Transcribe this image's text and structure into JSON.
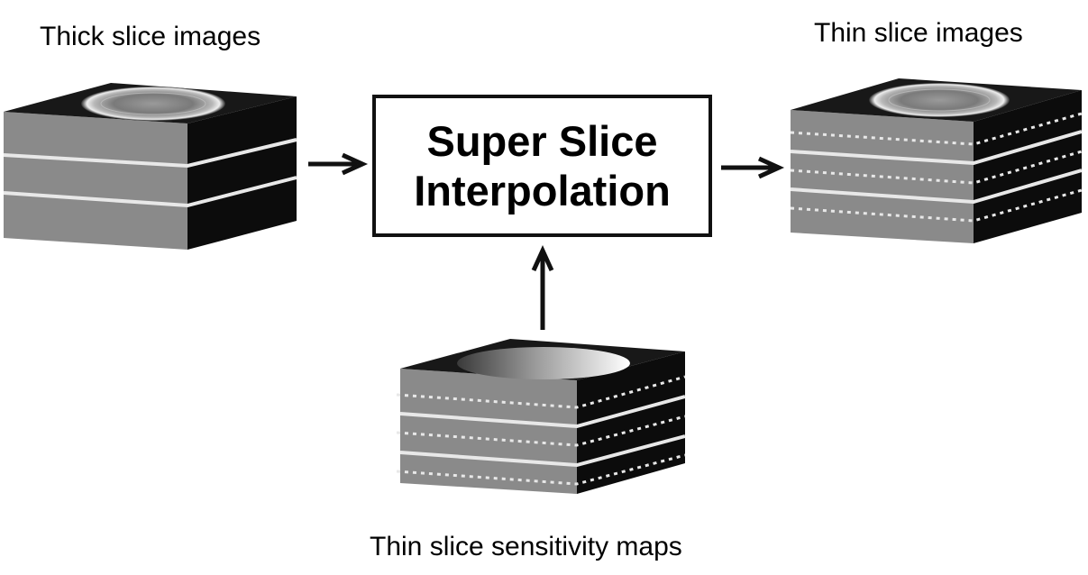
{
  "labels": {
    "thick_slice_images": "Thick slice images",
    "thin_slice_images": "Thin slice images",
    "thin_slice_sensitivity_maps": "Thin slice sensitivity maps"
  },
  "process": {
    "line1": "Super Slice",
    "line2": "Interpolation"
  },
  "colors": {
    "front_face": "#8a8a8a",
    "side_face": "#0c0c0c",
    "top_face": "#181818",
    "separator": "#e8e8e8",
    "arrow": "#111111",
    "box_border": "#111111"
  },
  "icons": {
    "brain_slice": "brain-mri-icon",
    "sensitivity_map": "sensitivity-gradient-icon"
  }
}
